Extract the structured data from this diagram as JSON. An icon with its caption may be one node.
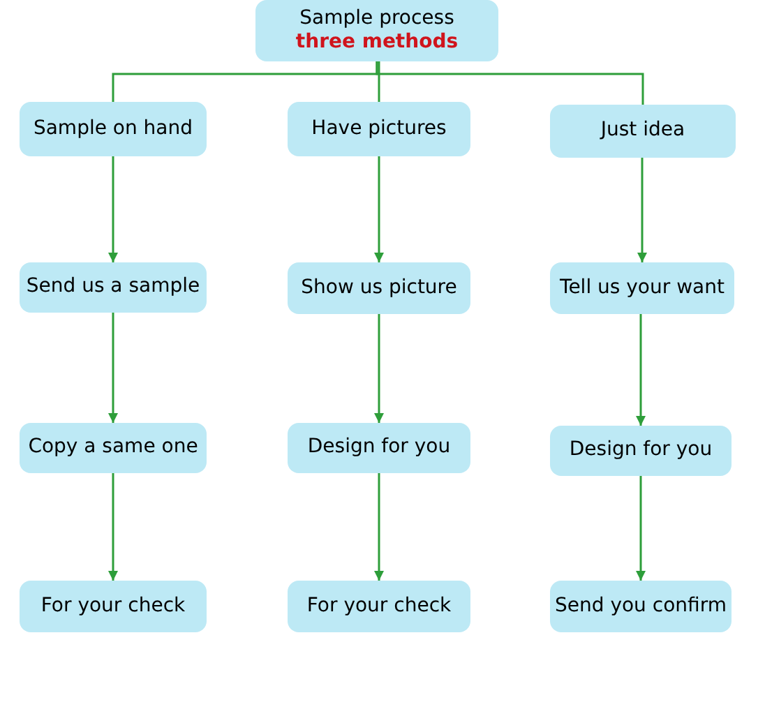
{
  "diagram": {
    "nodes": [
      {
        "text": [
          "Sample process",
          "three methods"
        ]
      },
      {
        "text": [
          "Sample on hand"
        ]
      },
      {
        "text": [
          "Have pictures"
        ]
      },
      {
        "text": [
          "Just idea"
        ]
      },
      {
        "text": [
          "Send us a sample"
        ]
      },
      {
        "text": [
          "Show us picture"
        ]
      },
      {
        "text": [
          "Tell us your want"
        ]
      },
      {
        "text": [
          "Copy a same one"
        ]
      },
      {
        "text": [
          "Design for you"
        ]
      },
      {
        "text": [
          "Design for you"
        ]
      },
      {
        "text": [
          "For your check"
        ]
      },
      {
        "text": [
          "For your check"
        ]
      },
      {
        "text": [
          "Send you confirm"
        ]
      }
    ],
    "edges": [
      {
        "from": 0,
        "to": 1,
        "arrow": "none"
      },
      {
        "from": 0,
        "to": 2,
        "arrow": "none"
      },
      {
        "from": 0,
        "to": 3,
        "arrow": "none"
      },
      {
        "from": 1,
        "to": 4,
        "arrow": "to"
      },
      {
        "from": 2,
        "to": 5,
        "arrow": "to"
      },
      {
        "from": 3,
        "to": 6,
        "arrow": "to"
      },
      {
        "from": 4,
        "to": 7,
        "arrow": "to"
      },
      {
        "from": 5,
        "to": 8,
        "arrow": "to"
      },
      {
        "from": 6,
        "to": 9,
        "arrow": "to"
      },
      {
        "from": 7,
        "to": 10,
        "arrow": "to"
      },
      {
        "from": 8,
        "to": 11,
        "arrow": "to"
      },
      {
        "from": 9,
        "to": 12,
        "arrow": "to"
      }
    ]
  }
}
